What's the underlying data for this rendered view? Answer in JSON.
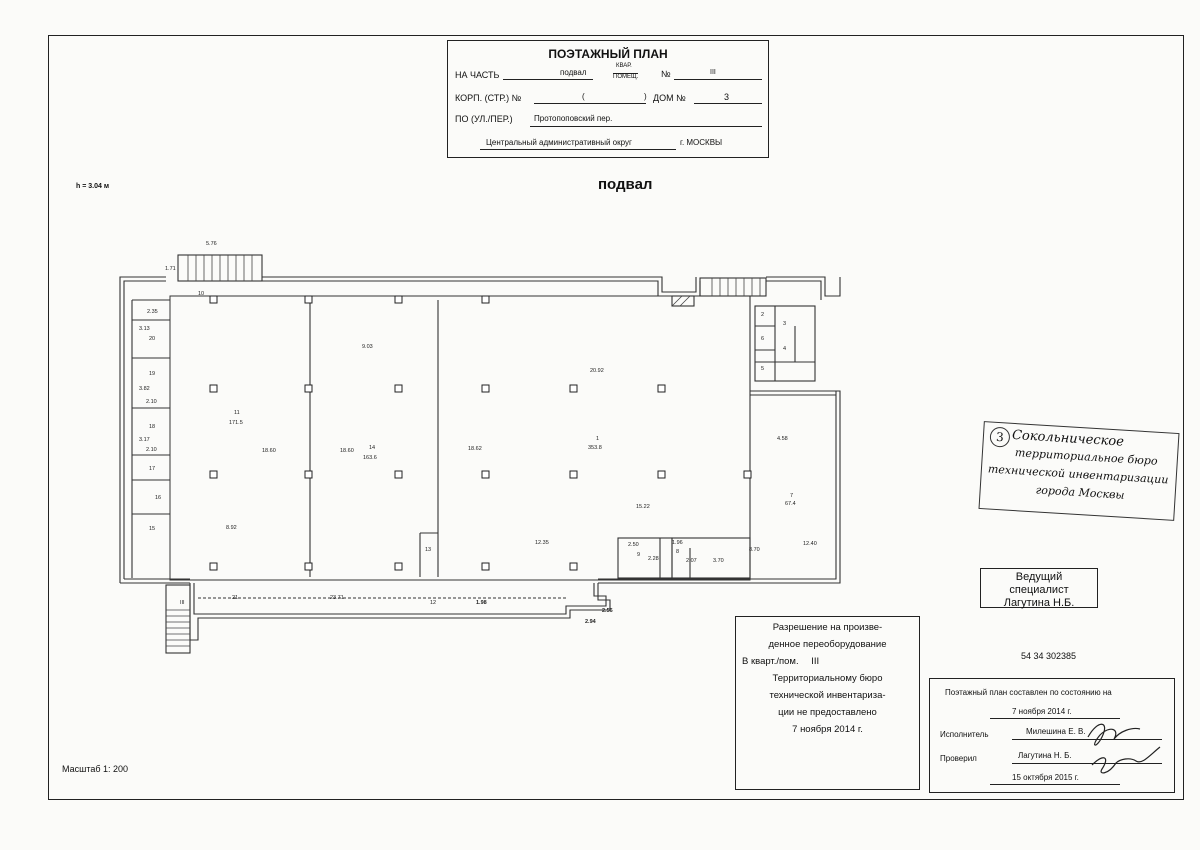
{
  "title_block": {
    "heading": "ПОЭТАЖНЫЙ ПЛАН",
    "part_label": "НА ЧАСТЬ",
    "part_value": "подвал",
    "kvar_label": "КВАР.",
    "pomesch_label": "ПОМЕЩ.",
    "number_label": "№",
    "number_value": "III",
    "korp_label": "КОРП. (СТР.) №",
    "korp_paren_open": "(",
    "korp_paren_close": ")",
    "dom_label": "ДОМ №",
    "dom_value": "3",
    "street_label": "ПО (УЛ./ПЕР.)",
    "street_value": "Протопоповский пер.",
    "district_value": "Центральный административный округ",
    "city_value": "г. МОСКВЫ"
  },
  "height_note": "h = 3.04 м",
  "floor_title": "подвал",
  "scale_note": "Масштаб 1: 200",
  "code_number": "54 34 302385",
  "stamp": {
    "number": "3",
    "lines": [
      "Сокольническое",
      "территориальное бюро",
      "технической инвентаризации",
      "города Москвы"
    ]
  },
  "specialist": {
    "role_line1": "Ведущий",
    "role_line2": "специалист",
    "name": "Лагутина Н.Б."
  },
  "permit": {
    "lines": [
      "Разрешение на произве-",
      "денное переоборудование",
      "Территориальному бюро",
      "технической инвентариза-",
      "ции не предоставлено",
      "7 ноября 2014 г."
    ],
    "apt_label": "В кварт./пом.",
    "apt_value": "III"
  },
  "status": {
    "heading": "Поэтажный план составлен по состоянию на",
    "date": "7 ноября 2014 г.",
    "executor_label": "Исполнитель",
    "executor_name": "Милешина Е. В.",
    "checker_label": "Проверил",
    "checker_name": "Лагутина Н. Б.",
    "check_date": "15 октября 2015 г."
  },
  "plan": {
    "dims": {
      "top_stair": "5.76",
      "stair_side": "1.71",
      "d10": "10",
      "r11_width": "9.03",
      "r1_width": "20.92",
      "r11_height": "18.60",
      "r14_height": "18.60",
      "r1_height": "18.62",
      "left_bottom": "8.92",
      "mid_bottom": "12.35",
      "d15_22": "15.22",
      "d2_35": "2.35",
      "d3_13": "3.13",
      "d3_82": "3.82",
      "d2_10a": "2.10",
      "d3_17": "3.17",
      "d2_10b": "2.10",
      "d4_58": "4.58",
      "d12_40": "12.40",
      "d8_70": "8.70",
      "d2_50": "2.50",
      "d1_96": "1.96",
      "d2_28": "2.28",
      "d2_07": "2.07",
      "d3_70": "3.70",
      "corridor_len": "23.71",
      "d1_98": "1.98",
      "d2_56": "2.56",
      "d2_94": "2.94"
    },
    "rooms": {
      "r1": "1",
      "r1_area": "353.8",
      "r11": "11",
      "r11_area": "171.5",
      "r14": "14",
      "r14_area": "163.6",
      "r7": "7",
      "r7_area": "67.4",
      "r2": "2",
      "r3": "3",
      "r4": "4",
      "r5": "5",
      "r6": "6",
      "r8": "8",
      "r9": "9",
      "r12": "12",
      "r13": "13",
      "r15": "15",
      "r16": "16",
      "r17": "17",
      "r18": "18",
      "r19": "19",
      "r20": "20",
      "r21": "21",
      "stair_mark": "III"
    }
  }
}
